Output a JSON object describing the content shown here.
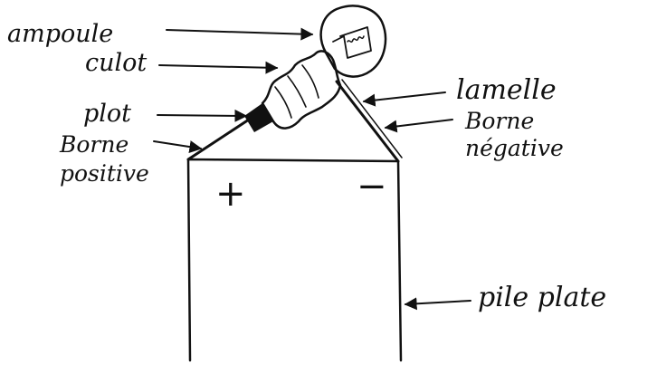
{
  "labels": {
    "ampoule": "ampoule",
    "culot": "culot",
    "plot": "plot",
    "borne_positive_1": "Borne",
    "borne_positive_2": "positive",
    "lamelle": "lamelle",
    "borne_negative_1": "Borne",
    "borne_negative_2": "négative",
    "pile_plate": "pile plate"
  },
  "symbols": {
    "plus": "+",
    "minus": "−"
  },
  "colors": {
    "ink": "#111111",
    "paper": "#ffffff"
  }
}
